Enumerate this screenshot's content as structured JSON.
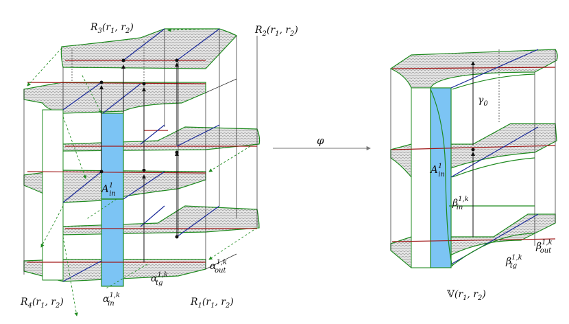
{
  "labels": {
    "R3": {
      "main": "R",
      "sub": "3",
      "args": "(r",
      "a1": "1",
      "mid": ", r",
      "a2": "2",
      "end": ")"
    },
    "R2": {
      "main": "R",
      "sub": "2",
      "args": "(r",
      "a1": "1",
      "mid": ", r",
      "a2": "2",
      "end": ")"
    },
    "R4": {
      "main": "R",
      "sub": "4",
      "args": "(r",
      "a1": "1",
      "mid": ", r",
      "a2": "2",
      "end": ")"
    },
    "R1": {
      "main": "R",
      "sub": "1",
      "args": "(r",
      "a1": "1",
      "mid": ", r",
      "a2": "2",
      "end": ")"
    },
    "V": {
      "main": "𝕍",
      "args": "(r",
      "a1": "1",
      "mid": ", r",
      "a2": "2",
      "end": ")"
    },
    "phi": "φ",
    "gamma0": {
      "main": "γ",
      "sub": "0"
    },
    "A_left": {
      "main": "A",
      "sup": "1",
      "sub": "in"
    },
    "A_right": {
      "main": "A",
      "sup": "1",
      "sub": "in"
    },
    "alpha_in": {
      "main": "α",
      "sup": "1,k",
      "sub": "in"
    },
    "alpha_tg": {
      "main": "α",
      "sup": "1,k",
      "sub": "tg"
    },
    "alpha_out": {
      "main": "α",
      "sup": "1,k",
      "sub": "out"
    },
    "beta_in": {
      "main": "β",
      "sup": "1,k",
      "sub": "in"
    },
    "beta_tg": {
      "main": "β",
      "sup": "1,k",
      "sub": "tg"
    },
    "beta_out": {
      "main": "β",
      "sup": "1,k",
      "sub": "out"
    }
  },
  "colors": {
    "green": "#1e8a1e",
    "blue": "#1a2a9a",
    "red": "#a01818",
    "cyan": "#7cc4f4",
    "ink": "#111111"
  }
}
